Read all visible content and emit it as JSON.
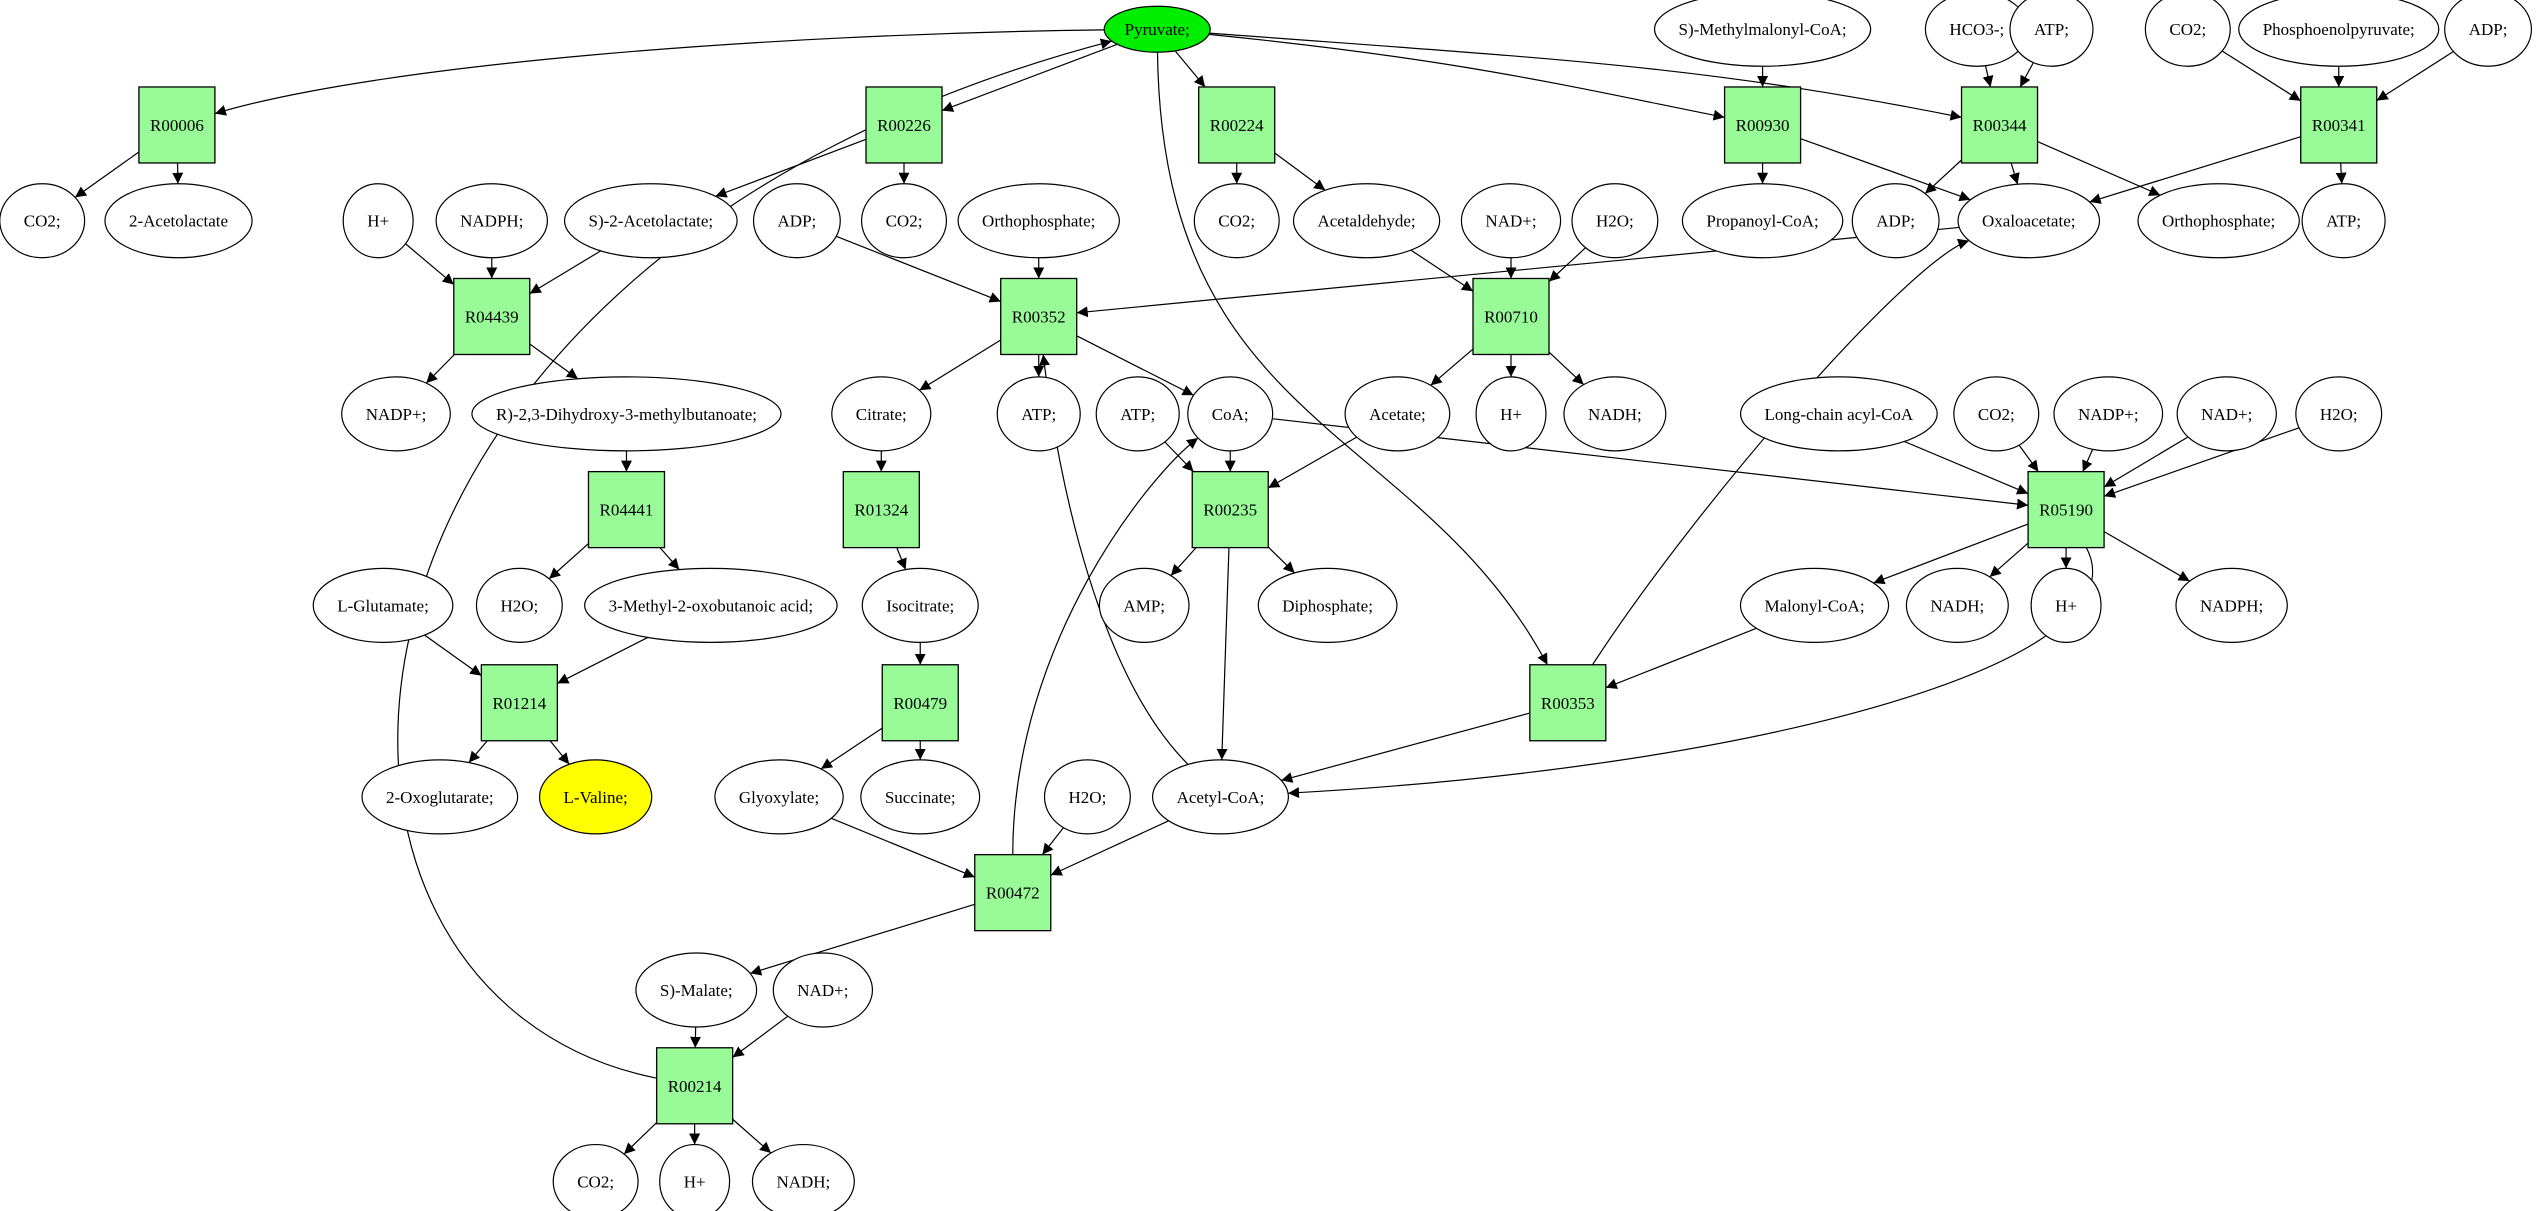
{
  "graph": {
    "title": "Pyruvate metabolism / L-Valine pathway graph",
    "colors": {
      "reaction_fill": "#98fb98",
      "start_fill": "#00ee00",
      "target_fill": "#ffff00",
      "compound_fill": "#ffffff",
      "stroke": "#000000"
    },
    "compounds": [
      {
        "id": "pyr",
        "label": "Pyruvate;",
        "role": "start"
      },
      {
        "id": "mmcoa",
        "label": "S)-Methylmalonyl-CoA;"
      },
      {
        "id": "hco3",
        "label": "HCO3-;"
      },
      {
        "id": "atp_a",
        "label": "ATP;"
      },
      {
        "id": "co2_a",
        "label": "CO2;"
      },
      {
        "id": "pep",
        "label": "Phosphoenolpyruvate;"
      },
      {
        "id": "adp_a",
        "label": "ADP;"
      },
      {
        "id": "co2_b",
        "label": "CO2;"
      },
      {
        "id": "acl",
        "label": "2-Acetolactate"
      },
      {
        "id": "hp_a",
        "label": "H+"
      },
      {
        "id": "nadph_a",
        "label": "NADPH;"
      },
      {
        "id": "sacl",
        "label": "S)-2-Acetolactate;"
      },
      {
        "id": "adp_b",
        "label": "ADP;"
      },
      {
        "id": "co2_c",
        "label": "CO2;"
      },
      {
        "id": "pi_a",
        "label": "Orthophosphate;"
      },
      {
        "id": "co2_d",
        "label": "CO2;"
      },
      {
        "id": "acald",
        "label": "Acetaldehyde;"
      },
      {
        "id": "nadp_a",
        "label": "NAD+;"
      },
      {
        "id": "h2o_a",
        "label": "H2O;"
      },
      {
        "id": "propcoa",
        "label": "Propanoyl-CoA;"
      },
      {
        "id": "adp_c",
        "label": "ADP;"
      },
      {
        "id": "oaa",
        "label": "Oxaloacetate;"
      },
      {
        "id": "pi_b",
        "label": "Orthophosphate;"
      },
      {
        "id": "atp_b",
        "label": "ATP;"
      },
      {
        "id": "nadpp",
        "label": "NADP+;"
      },
      {
        "id": "dhmb",
        "label": "R)-2,3-Dihydroxy-3-methylbutanoate;"
      },
      {
        "id": "cit",
        "label": "Citrate;"
      },
      {
        "id": "atp_c",
        "label": "ATP;"
      },
      {
        "id": "atp_d",
        "label": "ATP;"
      },
      {
        "id": "coa",
        "label": "CoA;"
      },
      {
        "id": "acet",
        "label": "Acetate;"
      },
      {
        "id": "hp_b",
        "label": "H+"
      },
      {
        "id": "nadh_a",
        "label": "NADH;"
      },
      {
        "id": "lcacoa",
        "label": "Long-chain acyl-CoA"
      },
      {
        "id": "co2_e",
        "label": "CO2;"
      },
      {
        "id": "nadpp_b",
        "label": "NADP+;"
      },
      {
        "id": "nad_b",
        "label": "NAD+;"
      },
      {
        "id": "h2o_b",
        "label": "H2O;"
      },
      {
        "id": "lglu",
        "label": "L-Glutamate;"
      },
      {
        "id": "h2o_c",
        "label": "H2O;"
      },
      {
        "id": "mob",
        "label": "3-Methyl-2-oxobutanoic acid;"
      },
      {
        "id": "icit",
        "label": "Isocitrate;"
      },
      {
        "id": "amp",
        "label": "AMP;"
      },
      {
        "id": "ppi",
        "label": "Diphosphate;"
      },
      {
        "id": "malcoa",
        "label": "Malonyl-CoA;"
      },
      {
        "id": "nadh_b",
        "label": "NADH;"
      },
      {
        "id": "hp_c",
        "label": "H+"
      },
      {
        "id": "nadph_b",
        "label": "NADPH;"
      },
      {
        "id": "oxg",
        "label": "2-Oxoglutarate;"
      },
      {
        "id": "val",
        "label": "L-Valine;",
        "role": "target"
      },
      {
        "id": "glx",
        "label": "Glyoxylate;"
      },
      {
        "id": "succ",
        "label": "Succinate;"
      },
      {
        "id": "h2o_d",
        "label": "H2O;"
      },
      {
        "id": "accoa",
        "label": "Acetyl-CoA;"
      },
      {
        "id": "mal",
        "label": "S)-Malate;"
      },
      {
        "id": "nad_c",
        "label": "NAD+;"
      },
      {
        "id": "co2_f",
        "label": "CO2;"
      },
      {
        "id": "hp_d",
        "label": "H+"
      },
      {
        "id": "nadh_c",
        "label": "NADH;"
      }
    ],
    "reactions": [
      {
        "id": "R00006",
        "label": "R00006"
      },
      {
        "id": "R00226",
        "label": "R00226"
      },
      {
        "id": "R00224",
        "label": "R00224"
      },
      {
        "id": "R00930",
        "label": "R00930"
      },
      {
        "id": "R00344",
        "label": "R00344"
      },
      {
        "id": "R00341",
        "label": "R00341"
      },
      {
        "id": "R04439",
        "label": "R04439"
      },
      {
        "id": "R00352",
        "label": "R00352"
      },
      {
        "id": "R00710",
        "label": "R00710"
      },
      {
        "id": "R04441",
        "label": "R04441"
      },
      {
        "id": "R01324",
        "label": "R01324"
      },
      {
        "id": "R00235",
        "label": "R00235"
      },
      {
        "id": "R05190",
        "label": "R05190"
      },
      {
        "id": "R01214",
        "label": "R01214"
      },
      {
        "id": "R00479",
        "label": "R00479"
      },
      {
        "id": "R00353",
        "label": "R00353"
      },
      {
        "id": "R00472",
        "label": "R00472"
      },
      {
        "id": "R00214",
        "label": "R00214"
      }
    ],
    "edges": [
      [
        "pyr",
        "R00006"
      ],
      [
        "R00006",
        "co2_b"
      ],
      [
        "R00006",
        "acl"
      ],
      [
        "pyr",
        "R00226"
      ],
      [
        "R00226",
        "sacl"
      ],
      [
        "R00226",
        "co2_c"
      ],
      [
        "pyr",
        "R00224"
      ],
      [
        "R00224",
        "co2_d"
      ],
      [
        "R00224",
        "acald"
      ],
      [
        "pyr",
        "R00930"
      ],
      [
        "mmcoa",
        "R00930"
      ],
      [
        "R00930",
        "propcoa"
      ],
      [
        "R00930",
        "oaa"
      ],
      [
        "pyr",
        "R00344"
      ],
      [
        "hco3",
        "R00344"
      ],
      [
        "atp_a",
        "R00344"
      ],
      [
        "R00344",
        "adp_c"
      ],
      [
        "R00344",
        "oaa"
      ],
      [
        "R00344",
        "pi_b"
      ],
      [
        "co2_a",
        "R00341"
      ],
      [
        "pep",
        "R00341"
      ],
      [
        "adp_a",
        "R00341"
      ],
      [
        "R00341",
        "oaa"
      ],
      [
        "R00341",
        "atp_b"
      ],
      [
        "hp_a",
        "R04439"
      ],
      [
        "nadph_a",
        "R04439"
      ],
      [
        "sacl",
        "R04439"
      ],
      [
        "R04439",
        "nadpp"
      ],
      [
        "R04439",
        "dhmb"
      ],
      [
        "adp_b",
        "R00352"
      ],
      [
        "pi_a",
        "R00352"
      ],
      [
        "oaa",
        "R00352"
      ],
      [
        "accoa",
        "R00352"
      ],
      [
        "R00352",
        "cit"
      ],
      [
        "R00352",
        "atp_c"
      ],
      [
        "R00352",
        "coa"
      ],
      [
        "acald",
        "R00710"
      ],
      [
        "nadp_a",
        "R00710"
      ],
      [
        "h2o_a",
        "R00710"
      ],
      [
        "R00710",
        "acet"
      ],
      [
        "R00710",
        "hp_b"
      ],
      [
        "R00710",
        "nadh_a"
      ],
      [
        "dhmb",
        "R04441"
      ],
      [
        "R04441",
        "h2o_c"
      ],
      [
        "R04441",
        "mob"
      ],
      [
        "cit",
        "R01324"
      ],
      [
        "R01324",
        "icit"
      ],
      [
        "atp_d",
        "R00235"
      ],
      [
        "coa",
        "R00235"
      ],
      [
        "acet",
        "R00235"
      ],
      [
        "R00235",
        "amp"
      ],
      [
        "R00235",
        "ppi"
      ],
      [
        "R00235",
        "accoa"
      ],
      [
        "coa",
        "R05190"
      ],
      [
        "lcacoa",
        "R05190"
      ],
      [
        "co2_e",
        "R05190"
      ],
      [
        "nadpp_b",
        "R05190"
      ],
      [
        "nad_b",
        "R05190"
      ],
      [
        "h2o_b",
        "R05190"
      ],
      [
        "R05190",
        "malcoa"
      ],
      [
        "R05190",
        "nadh_b"
      ],
      [
        "R05190",
        "hp_c"
      ],
      [
        "R05190",
        "nadph_b"
      ],
      [
        "R05190",
        "accoa"
      ],
      [
        "lglu",
        "R01214"
      ],
      [
        "mob",
        "R01214"
      ],
      [
        "R01214",
        "oxg"
      ],
      [
        "R01214",
        "val"
      ],
      [
        "icit",
        "R00479"
      ],
      [
        "R00479",
        "glx"
      ],
      [
        "R00479",
        "succ"
      ],
      [
        "pyr",
        "R00353"
      ],
      [
        "malcoa",
        "R00353"
      ],
      [
        "R00353",
        "oaa"
      ],
      [
        "R00353",
        "accoa"
      ],
      [
        "glx",
        "R00472"
      ],
      [
        "h2o_d",
        "R00472"
      ],
      [
        "accoa",
        "R00472"
      ],
      [
        "R00472",
        "coa"
      ],
      [
        "R00472",
        "mal"
      ],
      [
        "mal",
        "R00214"
      ],
      [
        "nad_c",
        "R00214"
      ],
      [
        "R00214",
        "co2_f"
      ],
      [
        "R00214",
        "hp_d"
      ],
      [
        "R00214",
        "nadh_c"
      ],
      [
        "R00214",
        "pyr"
      ]
    ]
  }
}
